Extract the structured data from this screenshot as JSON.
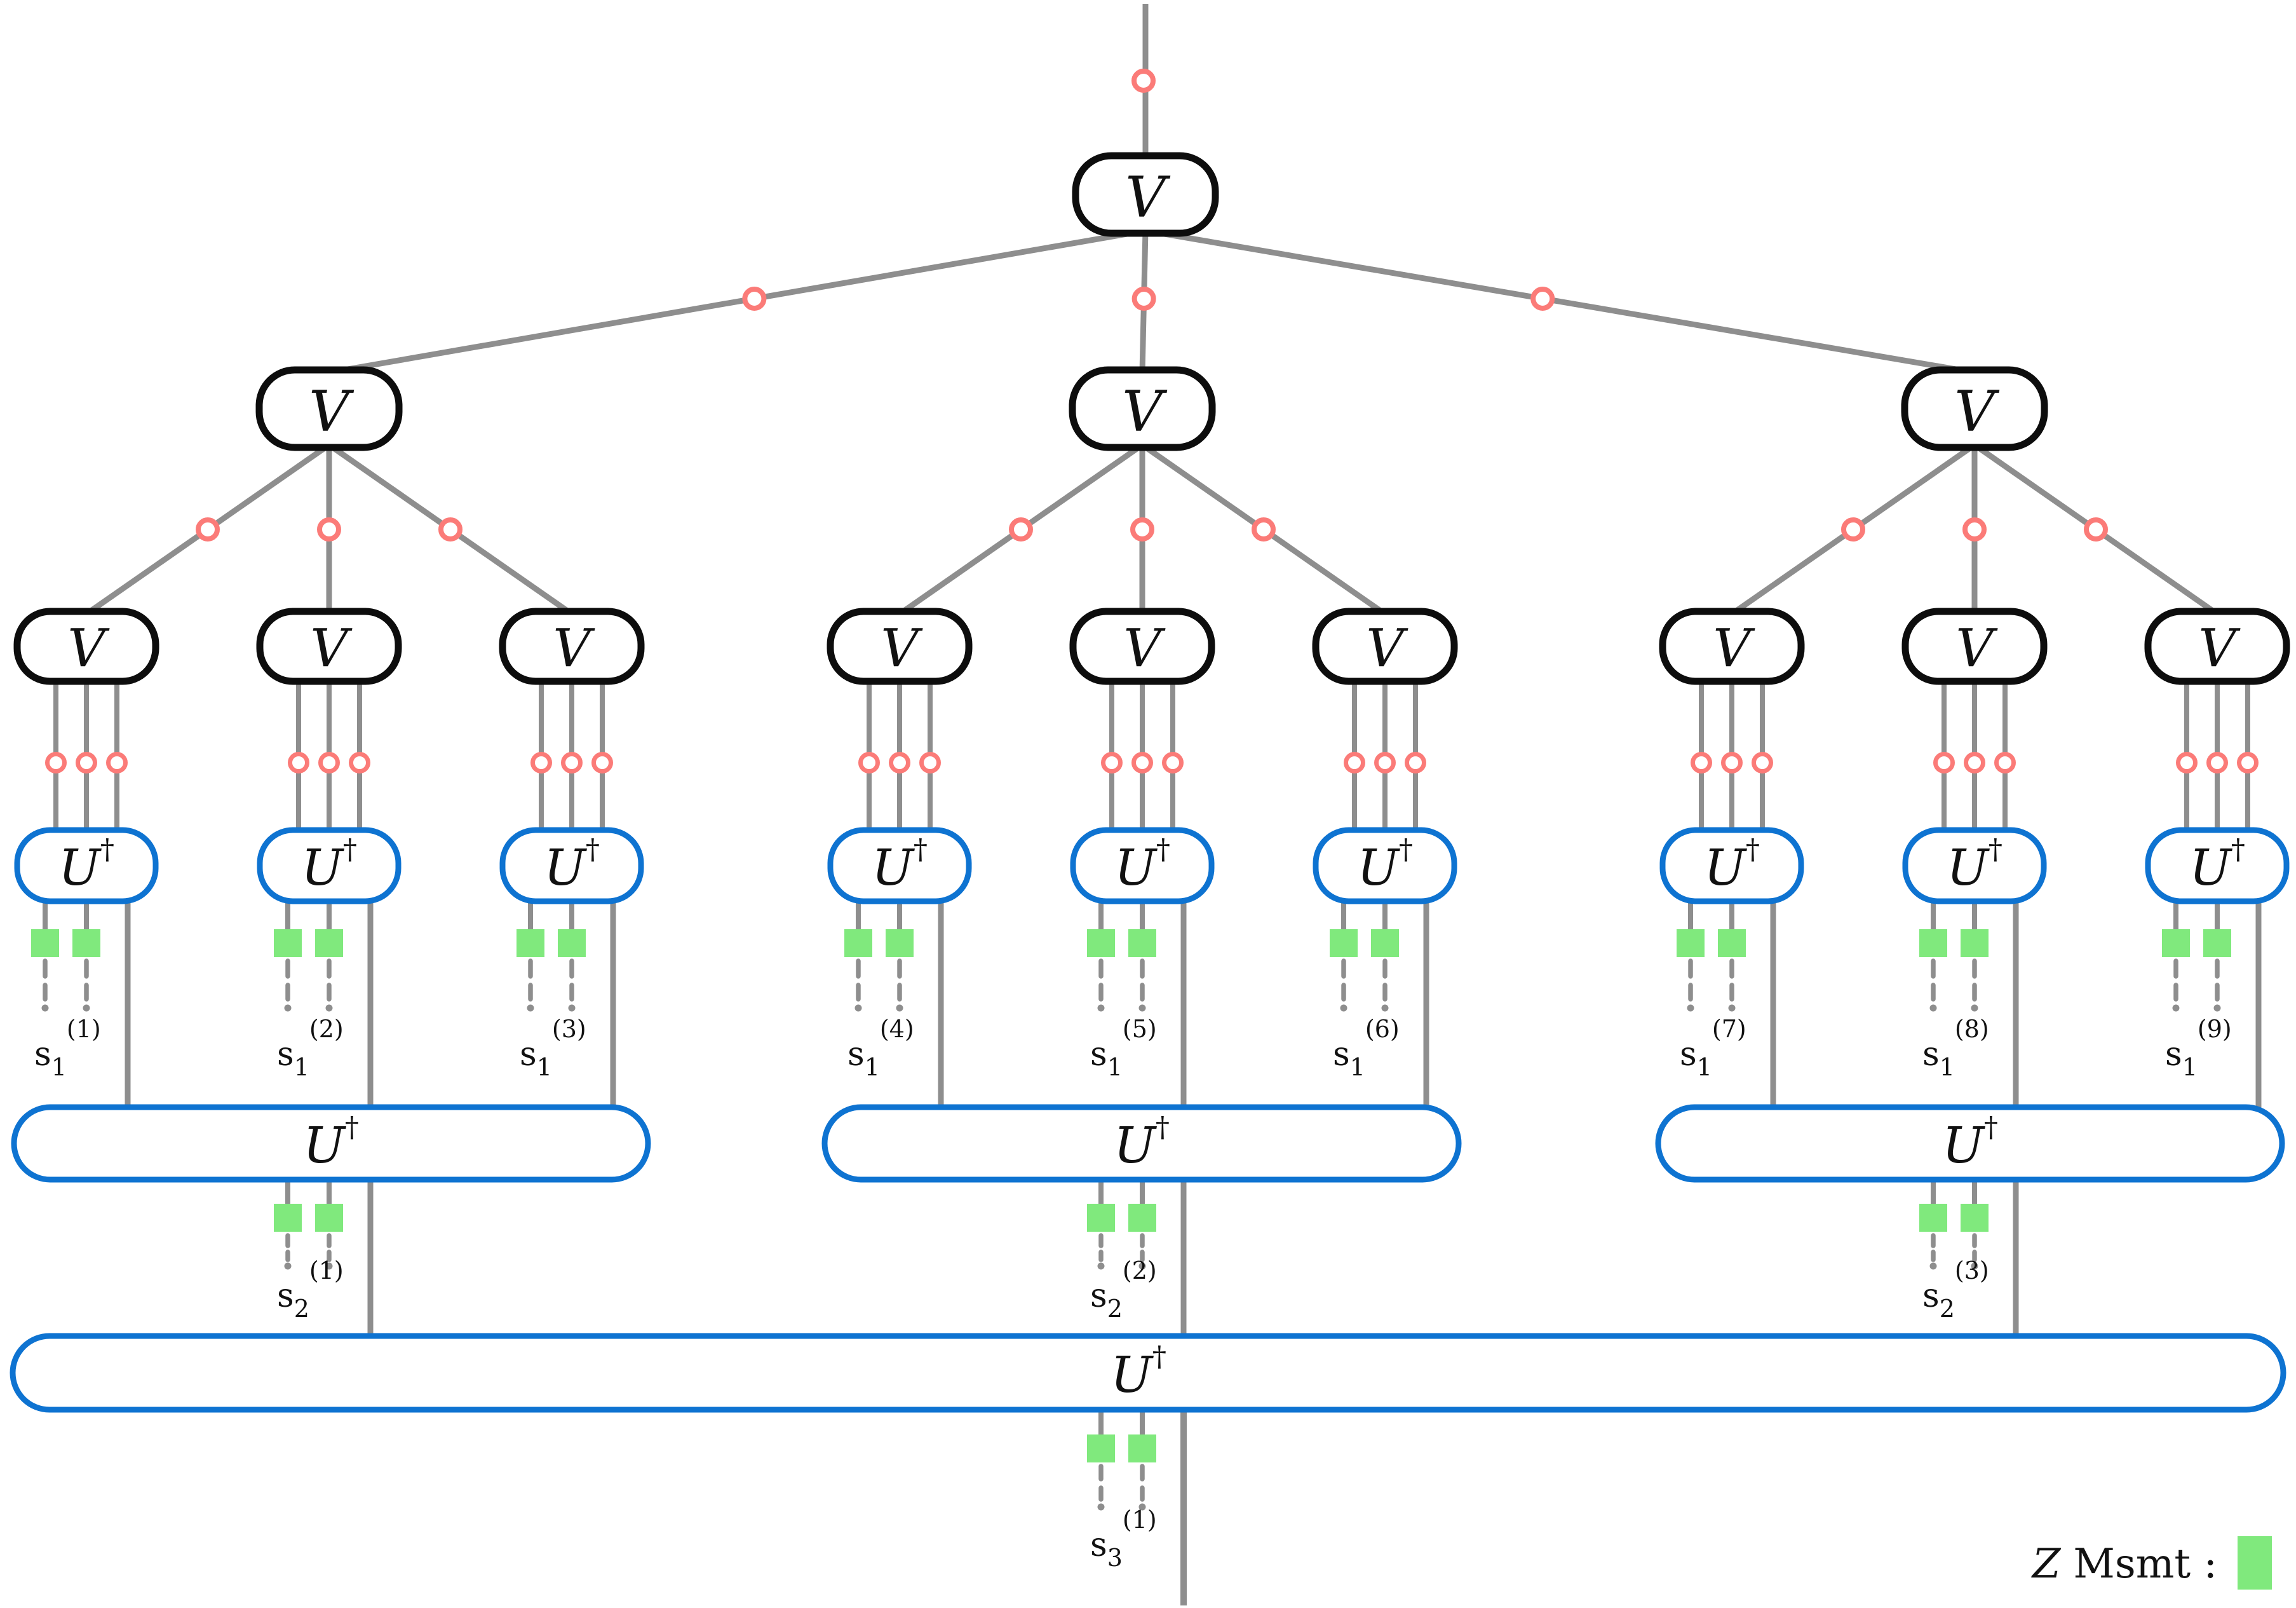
{
  "page": {
    "background": "#ffffff"
  },
  "colors": {
    "wire": "#8e8e8e",
    "isometry_stroke": "#0d0d0d",
    "unitary_stroke": "#0e73d1",
    "node_fill": "#ffffff",
    "qubit_stroke": "#fb7b78",
    "qubit_fill": "#ffffff",
    "measure_fill": "#80e97d",
    "text": "#111111"
  },
  "nodes": {
    "isometry_label": "V",
    "unitary_label": "U",
    "unitary_sup": "†"
  },
  "site_labels": {
    "level1": [
      {
        "base": "s",
        "sub": "1",
        "sup": "(1)"
      },
      {
        "base": "s",
        "sub": "1",
        "sup": "(2)"
      },
      {
        "base": "s",
        "sub": "1",
        "sup": "(3)"
      },
      {
        "base": "s",
        "sub": "1",
        "sup": "(4)"
      },
      {
        "base": "s",
        "sub": "1",
        "sup": "(5)"
      },
      {
        "base": "s",
        "sub": "1",
        "sup": "(6)"
      },
      {
        "base": "s",
        "sub": "1",
        "sup": "(7)"
      },
      {
        "base": "s",
        "sub": "1",
        "sup": "(8)"
      },
      {
        "base": "s",
        "sub": "1",
        "sup": "(9)"
      }
    ],
    "level2": [
      {
        "base": "s",
        "sub": "2",
        "sup": "(1)"
      },
      {
        "base": "s",
        "sub": "2",
        "sup": "(2)"
      },
      {
        "base": "s",
        "sub": "2",
        "sup": "(3)"
      }
    ],
    "level3": [
      {
        "base": "s",
        "sub": "3",
        "sup": "(1)"
      }
    ]
  },
  "legend": {
    "z": "Z",
    "rest": "Msmt :",
    "swatch_color": "#80e97d"
  },
  "structure": {
    "branching_factor": 3,
    "isometry_levels": 3,
    "leaf_groups": 9,
    "physical_wires_per_leaf": 3,
    "measured_wires_per_unitary": 2,
    "branch_unitaries": 3,
    "global_unitaries": 1
  }
}
